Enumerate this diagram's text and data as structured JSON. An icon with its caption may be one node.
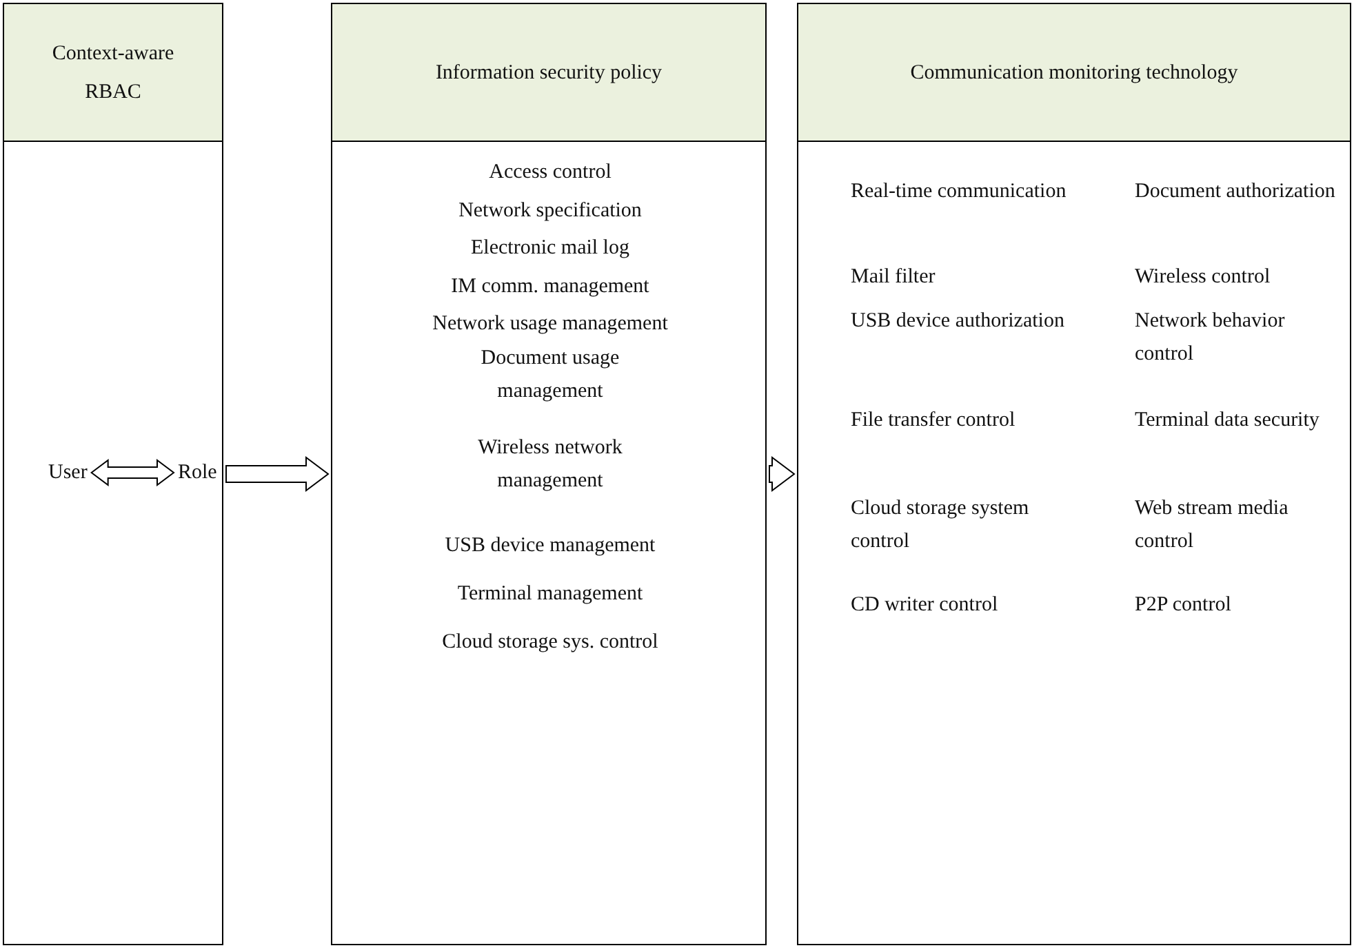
{
  "diagram": {
    "nodes": [
      {
        "text": [
          "Context-aware RBAC"
        ]
      },
      {
        "text": [
          "User"
        ],
        "in": 0
      },
      {
        "text": [
          "Role"
        ],
        "in": 0
      },
      {
        "text": [
          "Information security policy",
          "Access control",
          "Network specification",
          "Electronic mail log",
          "IM comm. management",
          "Network usage management",
          "Document usage management",
          "Wireless network management",
          "USB device management",
          "Terminal management",
          "Cloud storage sys. control"
        ]
      },
      {
        "text": [
          "Communication monitoring technology",
          "Real-time communication",
          "Document authorization",
          "Mail filter",
          "Wireless control",
          "USB device authorization",
          "Network behavior control",
          "File transfer control",
          "Terminal data security",
          "Cloud storage system control",
          "Web stream media control",
          "CD writer control",
          "P2P control"
        ]
      }
    ],
    "edges": [
      {
        "from": 1,
        "to": 2,
        "arrow": "both"
      },
      {
        "from": 0,
        "to": 3,
        "arrow": "to"
      },
      {
        "from": 3,
        "to": 4,
        "arrow": "to"
      }
    ]
  }
}
